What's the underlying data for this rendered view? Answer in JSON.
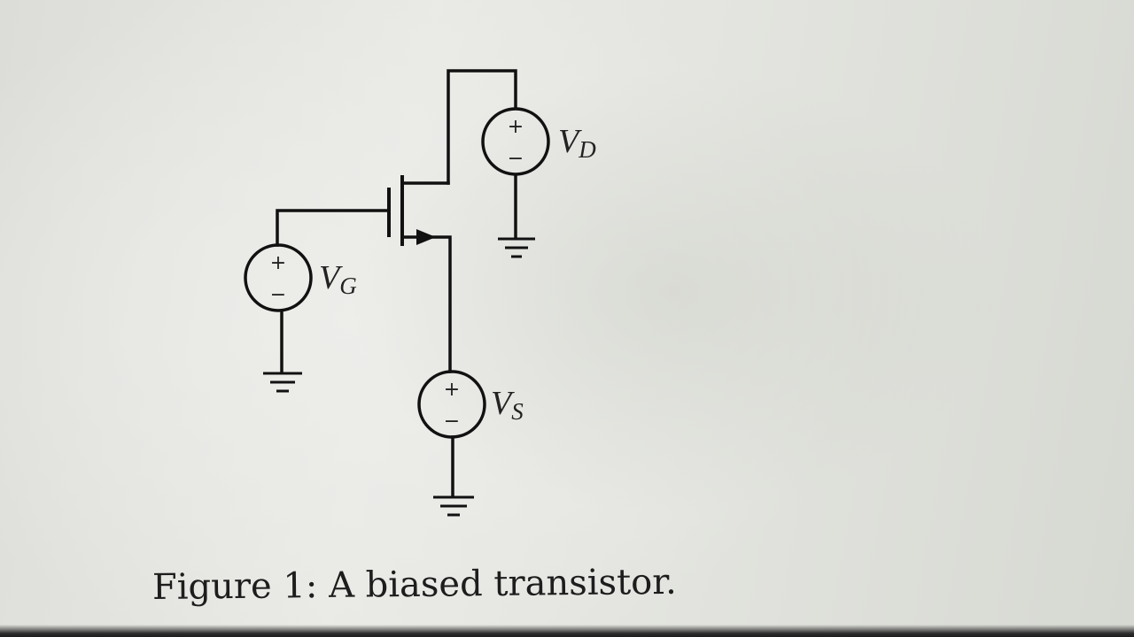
{
  "figure": {
    "caption": "Figure 1: A biased transistor."
  },
  "sources": {
    "gate": {
      "symbol": "V",
      "subscript": "G"
    },
    "drain": {
      "symbol": "V",
      "subscript": "D"
    },
    "source": {
      "symbol": "V",
      "subscript": "S"
    },
    "plus_sign": "+",
    "minus_sign": "−"
  },
  "components": {
    "transistor": "nmos-transistor-icon",
    "voltage_source": "dc-voltage-source-icon",
    "ground": "ground-icon"
  }
}
